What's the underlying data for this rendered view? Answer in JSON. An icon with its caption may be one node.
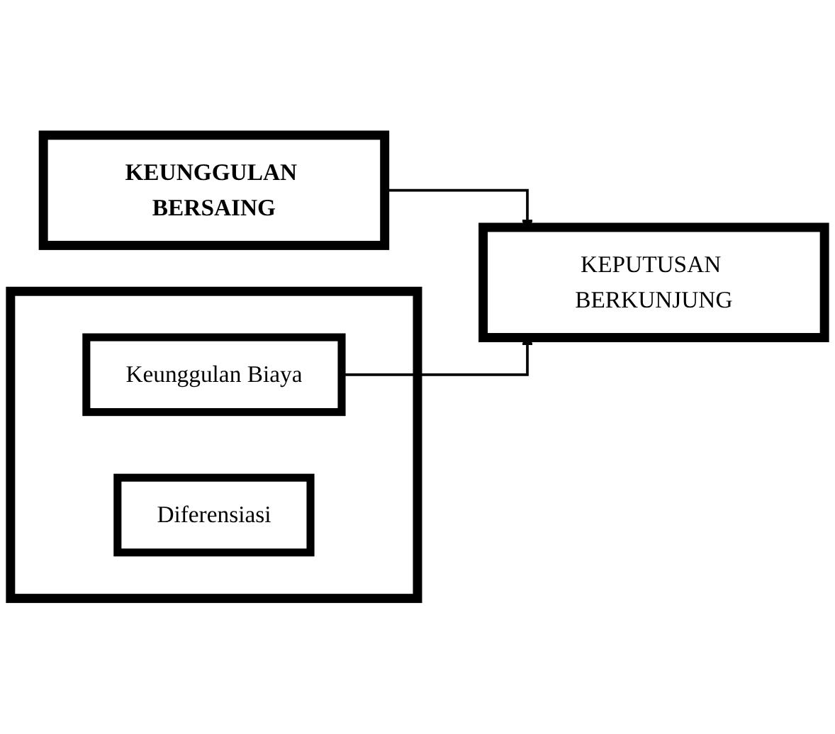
{
  "diagram": {
    "nodes": [
      {
        "text": [
          "KEUNGGULAN BERSAING"
        ]
      },
      {
        "text": [],
        "shape": "box"
      },
      {
        "text": [
          "Keunggulan Biaya"
        ],
        "in": 1
      },
      {
        "text": [
          "Diferensiasi"
        ],
        "in": 1
      },
      {
        "text": [
          "KEPUTUSAN BERKUNJUNG"
        ]
      }
    ],
    "edges": [
      {
        "from": 0,
        "to": 4,
        "arrow": "to"
      },
      {
        "from": 2,
        "to": 4,
        "arrow": "to"
      }
    ]
  }
}
